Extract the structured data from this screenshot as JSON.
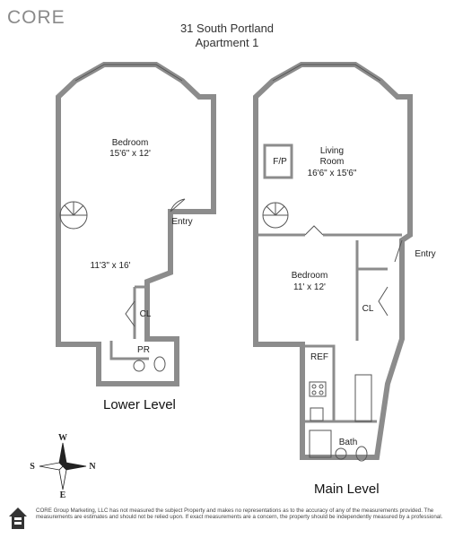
{
  "brand": {
    "logo": "CORE"
  },
  "header": {
    "title_line1": "31 South Portland",
    "title_line2": "Apartment 1"
  },
  "lower_level": {
    "caption": "Lower Level",
    "rooms": {
      "bedroom_name": "Bedroom",
      "bedroom_dims": "15'6\" x 12'",
      "lower_dims": "11'3\" x 16'",
      "closet": "CL",
      "powder_room": "PR",
      "entry": "Entry"
    }
  },
  "main_level": {
    "caption": "Main Level",
    "rooms": {
      "fireplace": "F/P",
      "living_line1": "Living",
      "living_line2": "Room",
      "living_dims": "16'6\" x 15'6\"",
      "bedroom_name": "Bedroom",
      "bedroom_dims": "11' x 12'",
      "closet": "CL",
      "entry": "Entry",
      "refrigerator": "REF",
      "bath": "Bath"
    }
  },
  "compass": {
    "north": "N",
    "south": "S",
    "east": "E",
    "west": "W"
  },
  "footer": {
    "disclaimer": "CORE Group Marketing, LLC has not measured the subject Property and makes no representations as to the accuracy of any of the measurements provided. The measurements are estimates and should not be relied upon. If exact measurements are a concern, the property should be independently measured by a professional."
  }
}
